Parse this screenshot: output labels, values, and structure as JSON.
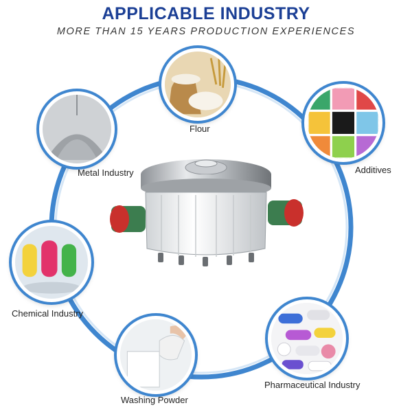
{
  "header": {
    "title": "APPLICABLE INDUSTRY",
    "subtitle": "MORE THAN 15 YEARS PRODUCTION EXPERIENCES"
  },
  "industries": [
    {
      "label": "Flour",
      "icon": "flour-sack-icon"
    },
    {
      "label": "Additives",
      "icon": "candy-tray-icon"
    },
    {
      "label": "Metal Industry",
      "icon": "metal-powder-icon"
    },
    {
      "label": "Chemical Industry",
      "icon": "chemical-granules-icon"
    },
    {
      "label": "Washing Powder",
      "icon": "washing-powder-icon"
    },
    {
      "label": "Pharmaceutical Industry",
      "icon": "pills-icon"
    }
  ],
  "colors": {
    "title": "#1b3f95",
    "ring": "#3f86cf",
    "text": "#222222"
  },
  "machine": {
    "icon": "vibrating-sieve-machine"
  }
}
